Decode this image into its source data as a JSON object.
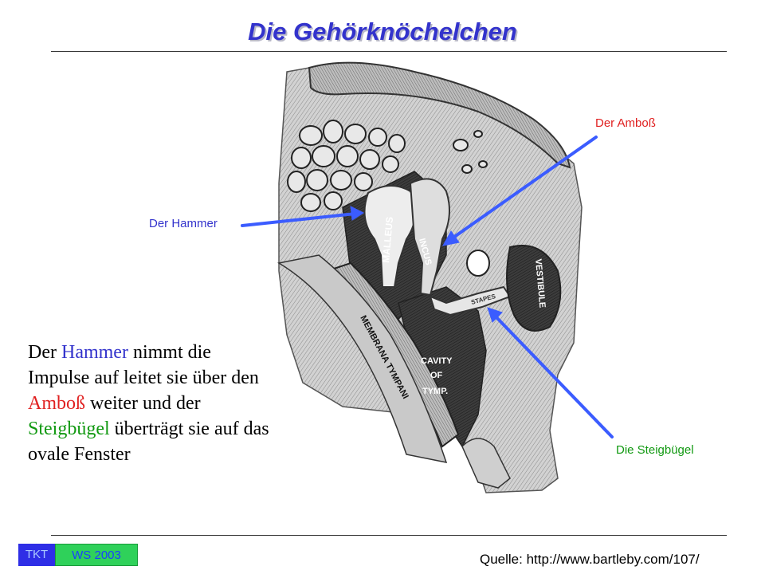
{
  "title": "Die Gehörknöchelchen",
  "labels": {
    "hammer": "Der Hammer",
    "amboss": "Der Amboß",
    "steigbuegel": "Die Steigbügel"
  },
  "figure_text": {
    "malleus": "MALLEUS",
    "incus": "INCUS",
    "stapes": "STAPES",
    "vestibule": "VESTIBULE",
    "membrana": "MEMBRANA TYMPANI",
    "cavity": "CAVITY",
    "of": "OF",
    "tymp": "TYMP."
  },
  "body": {
    "p1": "Der ",
    "hammer": "Hammer",
    "p2": " nimmt die Impulse auf leitet sie über den ",
    "amboss": "Amboß",
    "p3": " weiter und der ",
    "steig": "Steigbügel",
    "p4": " überträgt sie auf das ovale Fenster"
  },
  "footer": {
    "badge_left": "TKT",
    "badge_right": "WS 2003",
    "source": "Quelle: http://www.bartleby.com/107/"
  },
  "colors": {
    "title": "#3333cc",
    "arrow": "#3b5cff",
    "hammer": "#3333cc",
    "amboss": "#e02020",
    "steigbuegel": "#119911"
  }
}
